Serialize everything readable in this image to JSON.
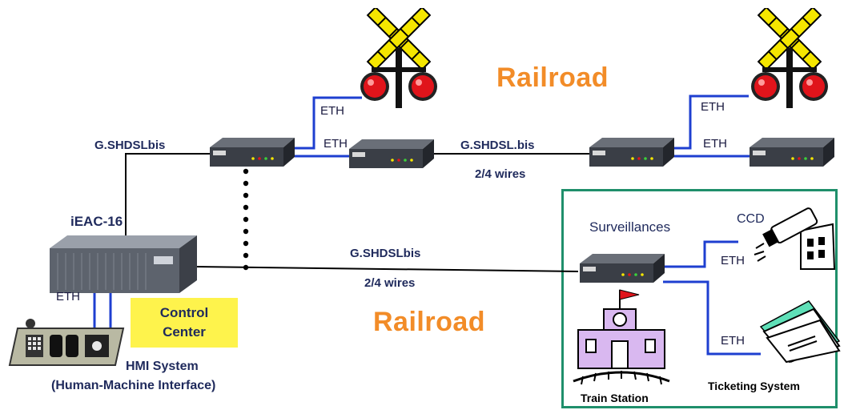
{
  "labels": {
    "railroad_top": "Railroad",
    "railroad_bottom": "Railroad",
    "gshdsl_left": "G.SHDSLbis",
    "gshdsl_mid": "G.SHDSL.bis",
    "wires_mid": "2/4 wires",
    "gshdsl_center": "G.SHDSLbis",
    "wires_center": "2/4 wires",
    "iEAC": "iEAC-16",
    "eth": "ETH",
    "control_center_line1": "Control",
    "control_center_line2": "Center",
    "hmi_line1": "HMI System",
    "hmi_line2": "(Human-Machine Interface)",
    "surveillances": "Surveillances",
    "ccd": "CCD",
    "train_station": "Train Station",
    "ticketing": "Ticketing System"
  },
  "colors": {
    "wire_blue": "#1e3fd0",
    "wire_black": "#000000",
    "railroad_orange": "#f28c28",
    "control_center_yellow": "#fef34c",
    "station_border": "#1f8f6b",
    "label_navy": "#1f2a5c",
    "signal_red": "#e0141b",
    "signal_yellow": "#f5e600"
  },
  "icons": [
    "railroad-crossing-signal-icon",
    "dsl-modem-icon",
    "iEAC-16-chassis-icon",
    "hmi-console-icon",
    "cctv-camera-icon",
    "ticket-icon",
    "train-station-icon"
  ]
}
